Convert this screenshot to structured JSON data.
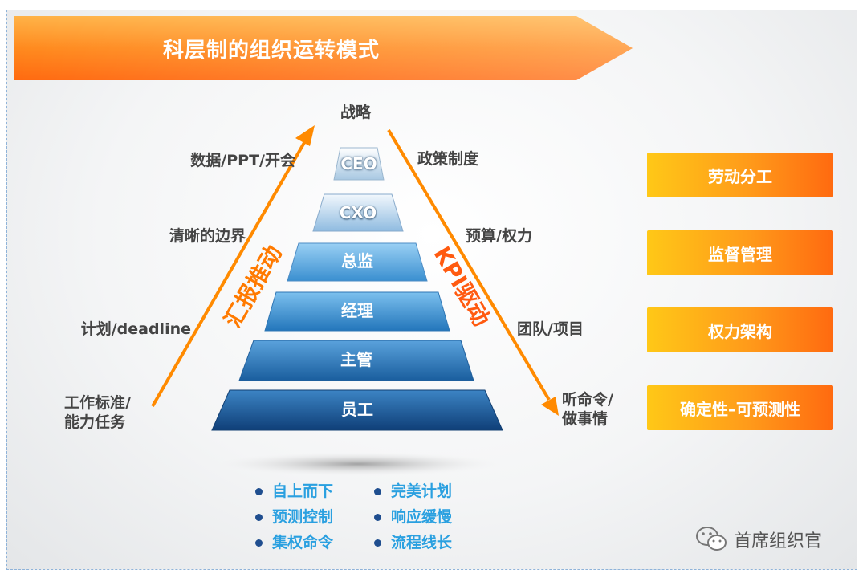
{
  "title": "科层制的组织运转模式",
  "apex_label": "战略",
  "pyramid_tiers": [
    "CEO",
    "CXO",
    "总监",
    "经理",
    "主管",
    "员工"
  ],
  "left_labels": [
    "数据/PPT/开会",
    "清晰的边界",
    "计划/deadline",
    "工作标准/",
    "能力任务"
  ],
  "right_labels": [
    "政策制度",
    "预算/权力",
    "团队/项目",
    "听命令/",
    "做事情"
  ],
  "left_arrow_label": "汇报推动",
  "right_arrow_label": "KPI驱动",
  "side_boxes": [
    "劳动分工",
    "监督管理",
    "权力架构",
    "确定性–可预测性"
  ],
  "bullets": [
    "自上而下",
    "完美计划",
    "预测控制",
    "响应缓慢",
    "集权命令",
    "流程线长"
  ],
  "brand": "首席组织官",
  "colors": {
    "banner_orange": "#ff8a1e",
    "arrow_orange": "#ff8a00",
    "tier_blue": "#2f7fc0",
    "bullet_text": "#2aa0e0"
  },
  "icons": [
    "wechat-icon"
  ]
}
